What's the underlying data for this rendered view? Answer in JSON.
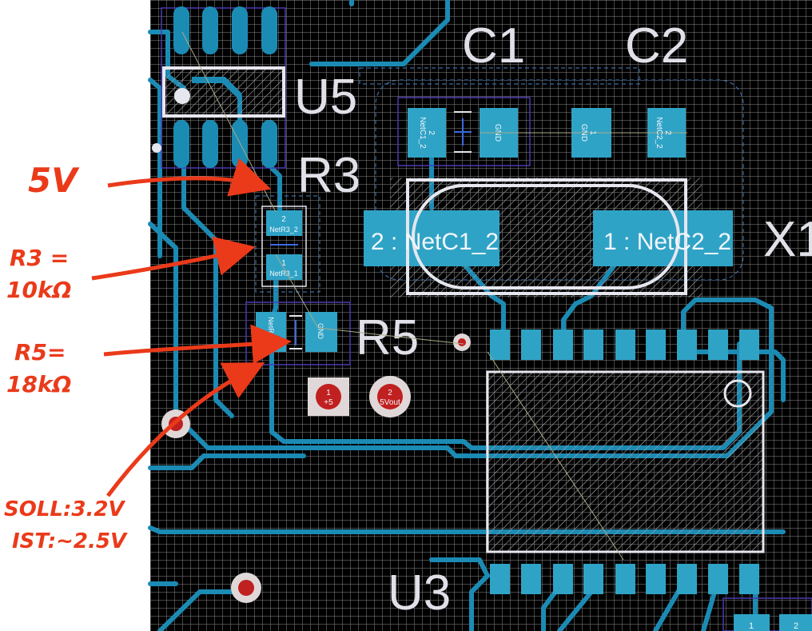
{
  "board": {
    "background": "#000000",
    "grid_color": "#9a9a9a",
    "copper_color": "#1b8bb4",
    "pad_color": "#2fa3c6",
    "silk_color": "#e6e6ee",
    "outline_color": "#4a3ab0",
    "via_ring_color": "#e8e0e0",
    "via_center_color": "#c02020",
    "annotation_color": "#ea3a1a"
  },
  "designators": {
    "c1": "C1",
    "c2": "C2",
    "u5": "U5",
    "r3": "R3",
    "r5": "R5",
    "x1": "X1",
    "u3": "U3"
  },
  "pads": {
    "c1_pad2": "2\nNetC1_2",
    "c1_pad1": "GND",
    "c2_pad1": "1\nGND",
    "c2_pad2": "2\nNetC2_2",
    "x1_pad2": "2 : NetC1_2",
    "x1_pad1": "1 : NetC2_2",
    "r3_pad2_num": "2",
    "r3_pad2_net": "NetR3_2",
    "r3_pad1_num": "1",
    "r3_pad1_net": "NetR3_1",
    "r5_pad1": "NetR3_1",
    "r5_pad2": "GND",
    "test_pad1_num": "1",
    "test_pad1_net": "+5",
    "test_pad2_num": "2",
    "test_pad2_net": "5Vout",
    "corner_pad1": "1",
    "corner_pad2": "2"
  },
  "annotations": {
    "five_v": "5V",
    "r3_label": "R3 =",
    "r3_value": "10kΩ",
    "r5_label": "R5=",
    "r5_value": "18kΩ",
    "soll_label": "SOLL:3.2V",
    "ist_label": "IST:~2.5V"
  }
}
